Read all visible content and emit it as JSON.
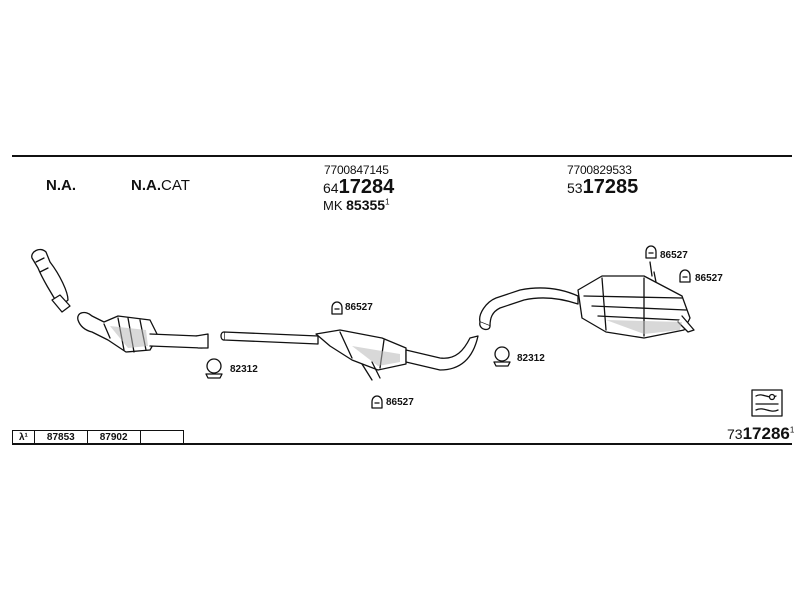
{
  "header": {
    "col1": "N.A.",
    "col2_bold": "N.A.",
    "col2_suffix": "CAT"
  },
  "parts": {
    "front_silencer": {
      "oem": "7700847145",
      "prefix": "64",
      "number": "17284",
      "mk_label": "MK",
      "mk_number": "85355",
      "mk_sup": "1"
    },
    "rear_silencer": {
      "oem": "7700829533",
      "prefix": "53",
      "number": "17285"
    },
    "kit": {
      "prefix": "73",
      "number": "17286",
      "sup": "1"
    }
  },
  "fittings": {
    "clamp_left": "82312",
    "clamp_right": "82312",
    "hanger_front_top": "86527",
    "hanger_front_bottom": "86527",
    "hanger_rear_1": "86527",
    "hanger_rear_2": "86527"
  },
  "footer_table": [
    "λ¹",
    "87853",
    "87902",
    ""
  ],
  "colors": {
    "line": "#111111",
    "fill": "#ffffff",
    "shade": "#b8b8b8"
  }
}
